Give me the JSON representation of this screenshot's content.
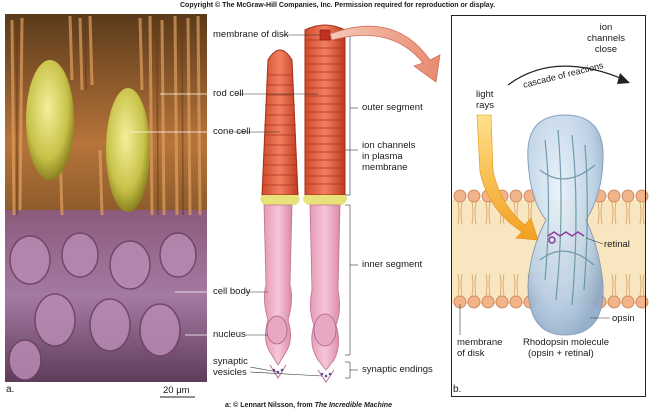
{
  "header": {
    "copyright": "Copyright © The McGraw-Hill Companies, Inc. Permission required for reproduction or display."
  },
  "footer": {
    "photo_credit_prefix": "a: © Lennart Nilsson, from ",
    "photo_credit_title": "The Incredible Machine"
  },
  "panel_a": {
    "letter": "a.",
    "scale_bar": "20 μm",
    "labels": {
      "membrane_of_disk": "membrane of disk",
      "rod_cell": "rod cell",
      "cone_cell": "cone cell",
      "cell_body": "cell body",
      "nucleus": "nucleus",
      "synaptic_vesicles_1": "synaptic",
      "synaptic_vesicles_2": "vesicles",
      "outer_segment": "outer segment",
      "ion_channels_1": "ion channels",
      "ion_channels_2": "in plasma",
      "ion_channels_3": "membrane",
      "inner_segment": "inner segment",
      "synaptic_endings": "synaptic endings"
    }
  },
  "panel_b": {
    "letter": "b.",
    "ion_close_1": "ion",
    "ion_close_2": "channels",
    "ion_close_3": "close",
    "cascade": "cascade of reactions",
    "light_1": "light",
    "light_2": "rays",
    "retinal": "retinal",
    "opsin": "opsin",
    "membrane_1": "membrane",
    "membrane_2": "of disk",
    "rhodopsin_1": "Rhodopsin molecule",
    "rhodopsin_2": "(opsin + retinal)"
  }
}
